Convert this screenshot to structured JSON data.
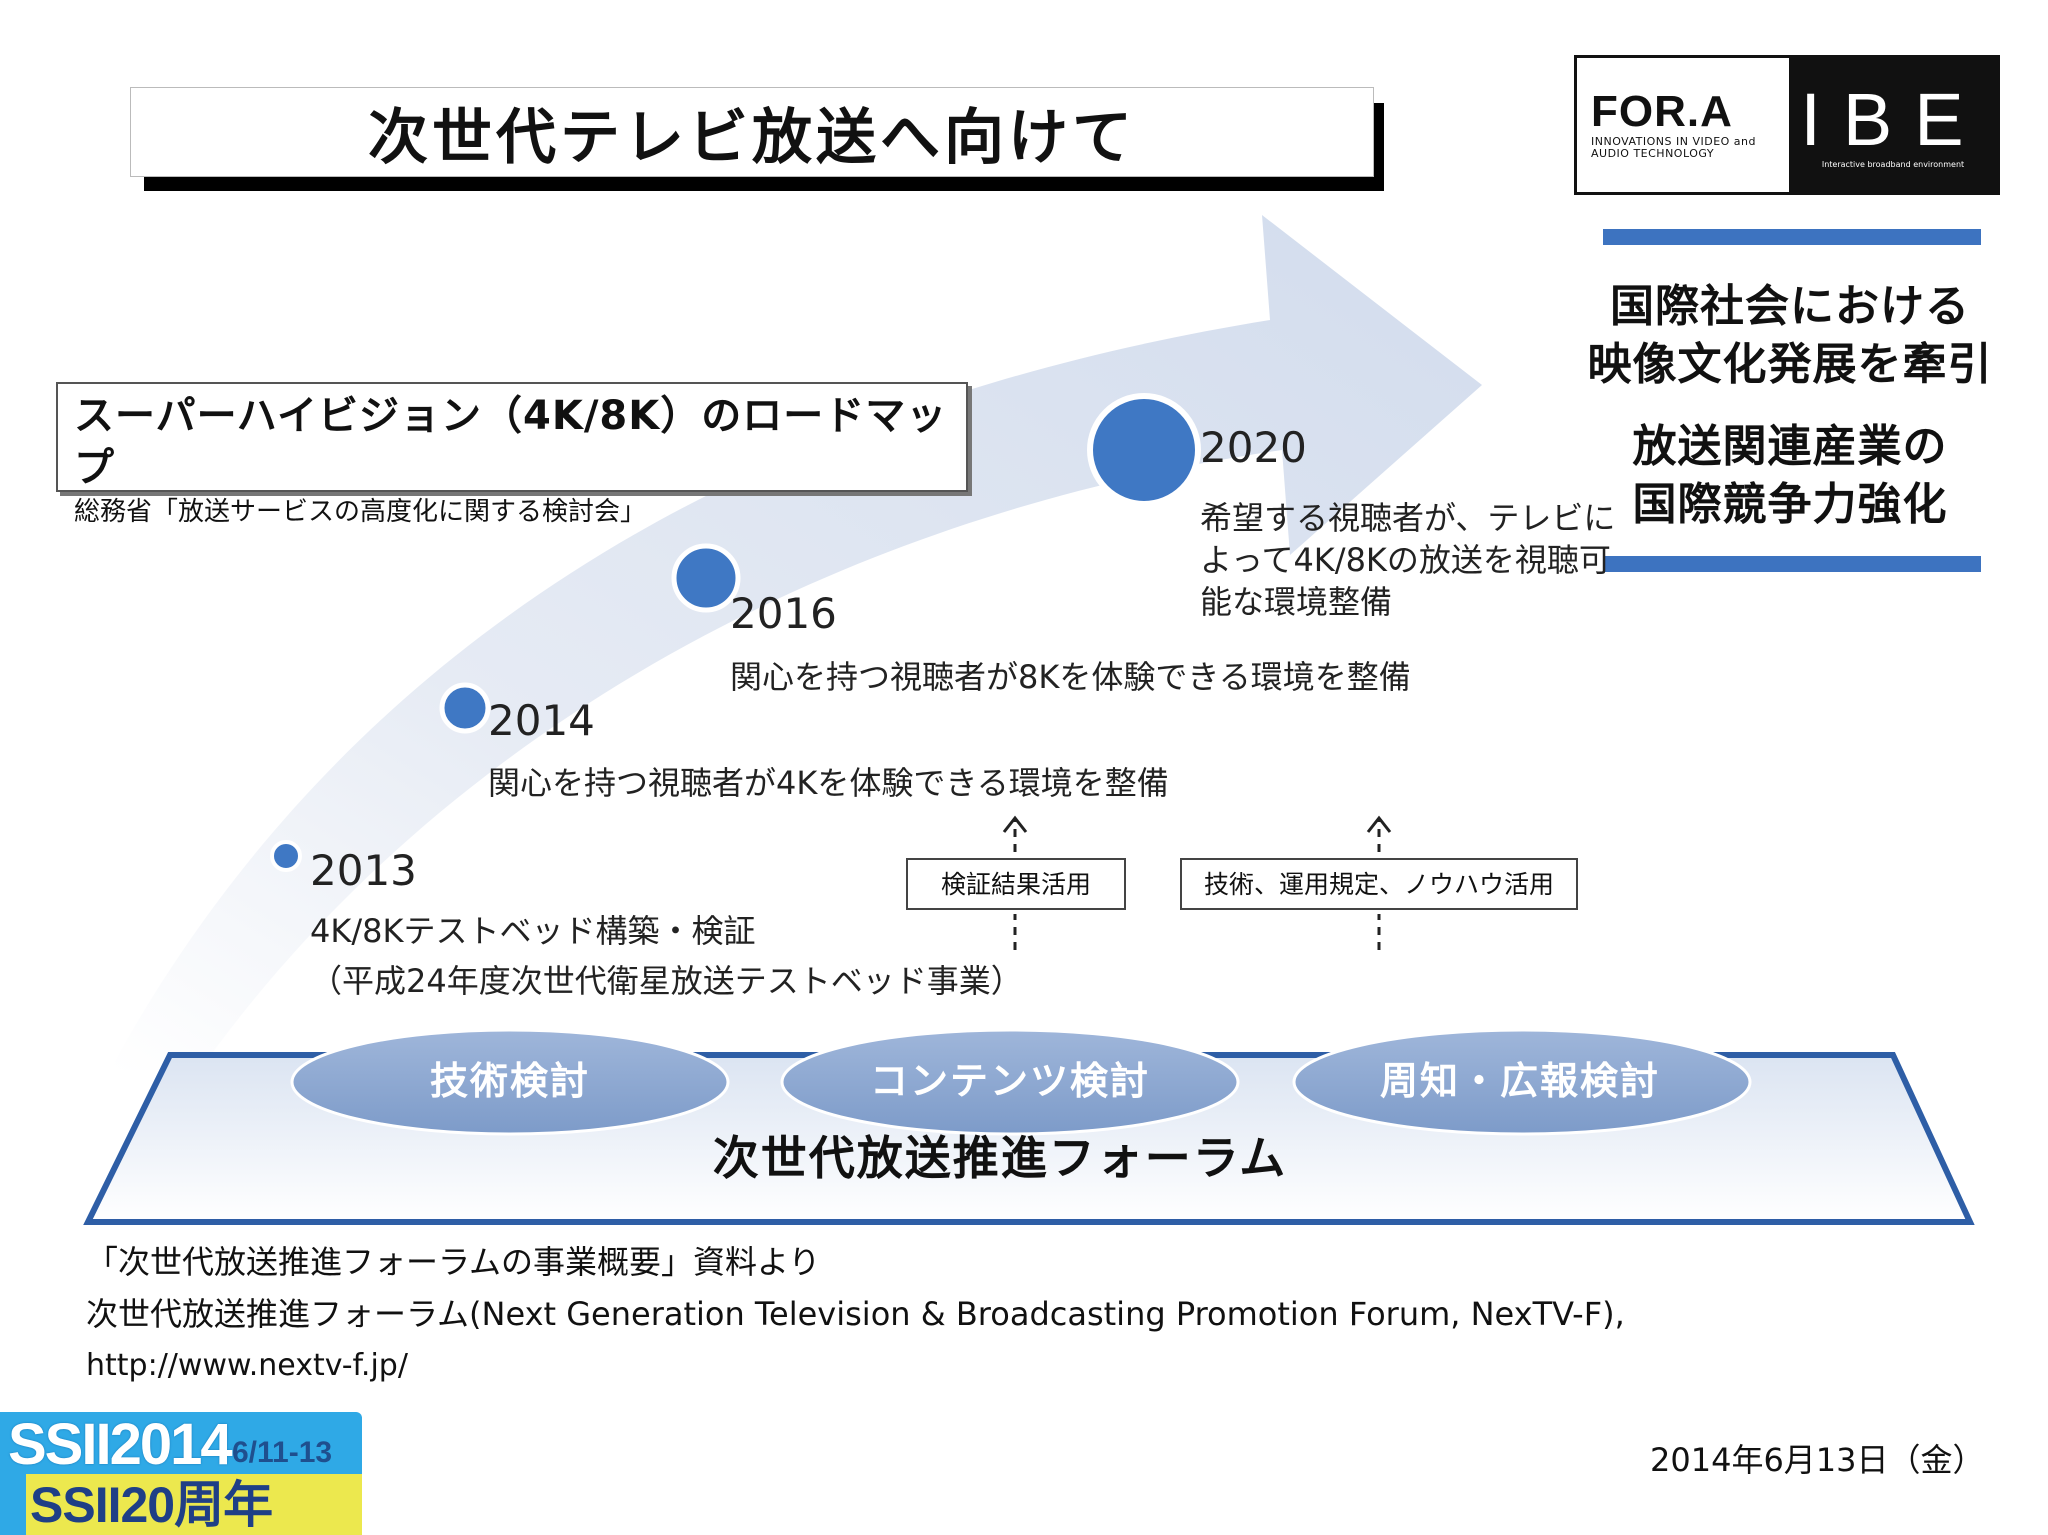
{
  "title": "次世代テレビ放送へ向けて",
  "logo": {
    "fora_name": "FOR.A",
    "fora_tagline": "INNOVATIONS IN VIDEO and AUDIO TECHNOLOGY",
    "ibe_name": "IBE",
    "ibe_tagline": "Interactive broadband environment"
  },
  "goals": {
    "goal1_line1": "国際社会における",
    "goal1_line2": "映像文化発展を牽引",
    "goal2_line1": "放送関連産業の",
    "goal2_line2": "国際競争力強化"
  },
  "roadmap": {
    "title": "スーパーハイビジョン（4K/8K）のロードマップ",
    "subtitle": "総務省「放送サービスの高度化に関する検討会」"
  },
  "milestones": {
    "m2020": {
      "year": "2020",
      "desc": "希望する視聴者が、テレビによって4K/8Kの放送を視聴可能な環境整備"
    },
    "m2016": {
      "year": "2016",
      "desc": "関心を持つ視聴者が8Kを体験できる環境を整備"
    },
    "m2014": {
      "year": "2014",
      "desc": "関心を持つ視聴者が4Kを体験できる環境を整備"
    },
    "m2013": {
      "year": "2013",
      "desc1": "4K/8Kテストベッド構築・検証",
      "desc2": "（平成24年度次世代衛星放送テストベッド事業）"
    }
  },
  "feedback": {
    "verify": "検証結果活用",
    "tech": "技術、運用規定、ノウハウ活用"
  },
  "forum": {
    "ovals": [
      "技術検討",
      "コンテンツ検討",
      "周知・広報検討"
    ],
    "name": "次世代放送推進フォーラム"
  },
  "source": {
    "line1": "「次世代放送推進フォーラムの事業概要」資料より",
    "line2": "次世代放送推進フォーラム(Next Generation Television & Broadcasting Promotion Forum, NexTV-F),",
    "line3": "http://www.nextv-f.jp/"
  },
  "badge": {
    "line1": "SSII2014",
    "dates": "6/11-13",
    "line2": "SSII20周年"
  },
  "date": "2014年6月13日（金）",
  "colors": {
    "arrow": "#d9e1ee",
    "dot": "#3f78c4",
    "goal_bar": "#3d73c0",
    "oval": "#8aa6cf",
    "platform": "#c8d6ea"
  }
}
